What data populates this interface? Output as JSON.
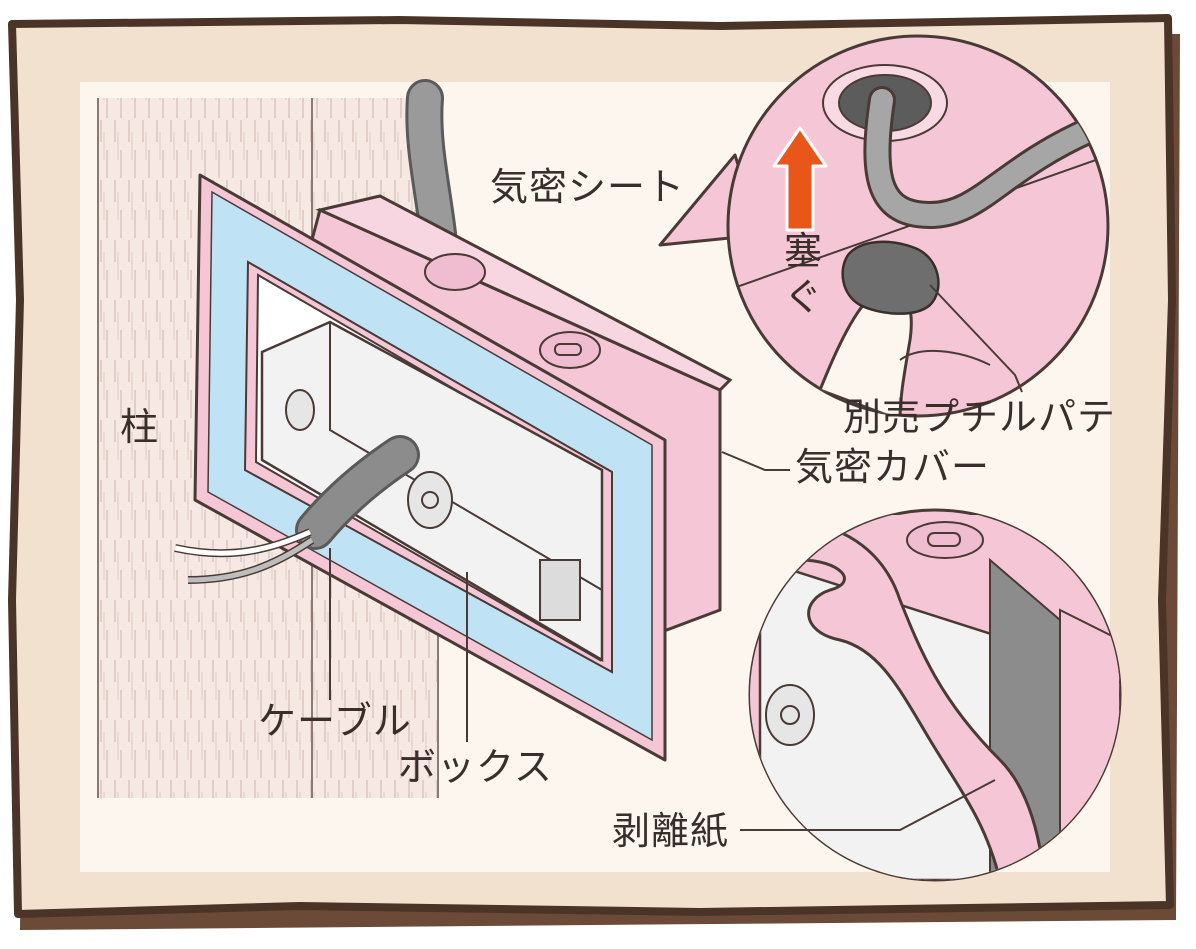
{
  "labels": {
    "pillar": "柱",
    "airtight_sheet": "気密シート",
    "airtight_cover": "気密カバー",
    "cable": "ケーブル",
    "box": "ボックス",
    "putty": "別売プチルパテ",
    "seal_char1": "塞",
    "seal_char2": "ぐ",
    "release_paper": "剥離紙"
  },
  "colors": {
    "frame_border": "#4a3428",
    "frame_fill": "#f3e1cf",
    "panel_fill": "#fdf6ef",
    "cover_pink": "#f4c6d6",
    "gasket_blue": "#bfe2f4",
    "arrow_orange": "#e8561a",
    "putty_gray": "#6e6e6e",
    "line_dark": "#4a3a36"
  }
}
